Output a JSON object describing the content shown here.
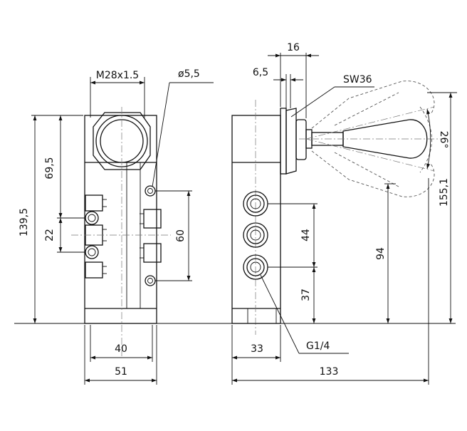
{
  "dimensions": {
    "thread": "M28x1.5",
    "hole_dia": "ø5,5",
    "height_total": "139,5",
    "height_port": "69,5",
    "port_spacing_left": "22",
    "hole_spacing": "60",
    "width_inner": "40",
    "width_body": "51",
    "lever_offset": "16",
    "flange": "6,5",
    "wrench": "SW36",
    "angle": "26°",
    "height_overall": "155,1",
    "height_lever": "94",
    "port_pitch": "44",
    "port_bottom": "37",
    "side_offset": "33",
    "length_total": "133",
    "port_thread": "G1/4"
  }
}
